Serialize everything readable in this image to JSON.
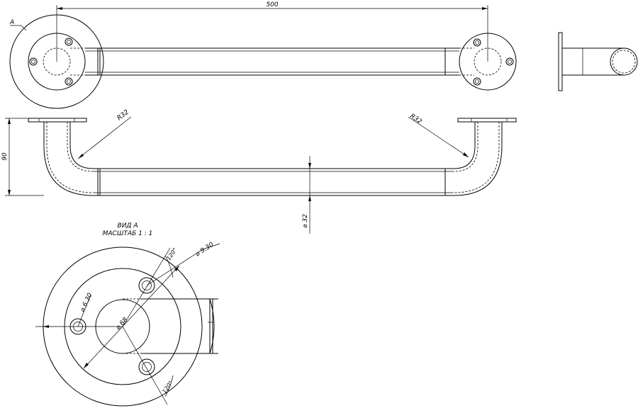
{
  "dimensions": {
    "length": "500",
    "height": "90",
    "bend_radius_left": "R32",
    "bend_radius_right": "R32",
    "tube_diameter": "⌀ 32",
    "flange_diameter": "⌀ 68",
    "hole_small": "⌀ 6.30",
    "hole_large": "⌀ 9.30",
    "angle_top": "120°",
    "angle_bottom": "120°"
  },
  "view": {
    "marker": "A",
    "title": "ВИД А",
    "scale": "МАСШТАБ 1 : 1"
  }
}
